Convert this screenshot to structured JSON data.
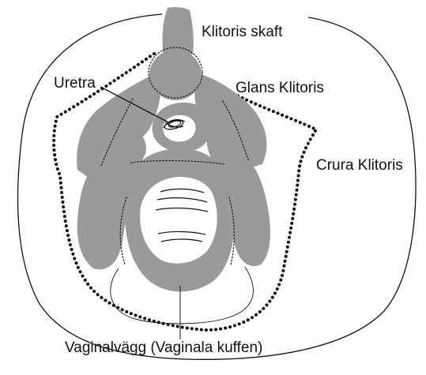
{
  "labels": {
    "shaft": "Klitoris skaft",
    "urethra": "Uretra",
    "glans": "Glans Klitoris",
    "crura": "Crura Klitoris",
    "vaginal_wall": "Vaginalvägg (Vaginala kuffen)"
  },
  "colors": {
    "tissue": "#9a9a9a",
    "outline": "#111111",
    "background": "#ffffff"
  }
}
